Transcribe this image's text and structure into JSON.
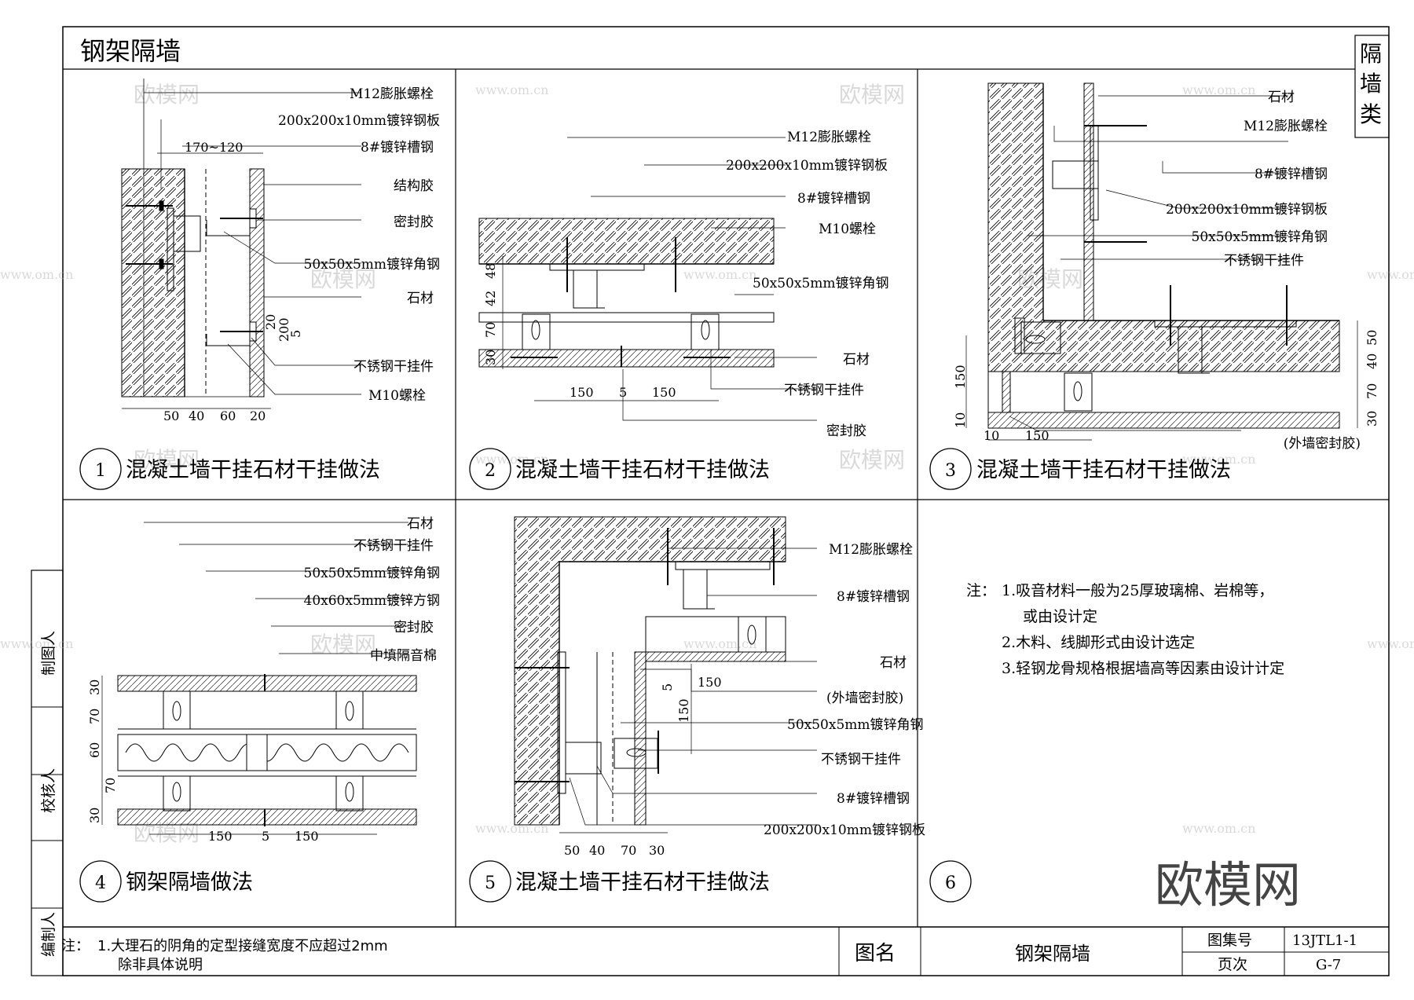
{
  "sheet_title": "钢架隔墙",
  "side_category": [
    "隔",
    "墙",
    "类"
  ],
  "watermark": {
    "logo": "欧模网",
    "url": "www.om.cn",
    "big_logo": "欧模网"
  },
  "panels": [
    {
      "number": "1",
      "title": "混凝土墙干挂石材干挂做法",
      "labels": [
        "M12膨胀螺栓",
        "200x200x10mm镀锌钢板",
        "8#镀锌槽钢",
        "结构胶",
        "密封胶",
        "50x50x5mm镀锌角钢",
        "石材",
        "不锈钢干挂件",
        "M10螺栓"
      ],
      "dims": [
        "170~120",
        "50",
        "40",
        "60",
        "20",
        "20",
        "200",
        "5"
      ]
    },
    {
      "number": "2",
      "title": "混凝土墙干挂石材干挂做法",
      "labels": [
        "M12膨胀螺栓",
        "200x200x10mm镀锌钢板",
        "8#镀锌槽钢",
        "M10螺栓",
        "50x50x5mm镀锌角钢",
        "石材",
        "不锈钢干挂件",
        "密封胶"
      ],
      "dims": [
        "48",
        "42",
        "70",
        "30",
        "150",
        "5",
        "150"
      ]
    },
    {
      "number": "3",
      "title": "混凝土墙干挂石材干挂做法",
      "labels": [
        "石材",
        "M12膨胀螺栓",
        "8#镀锌槽钢",
        "200x200x10mm镀锌钢板",
        "50x50x5mm镀锌角钢",
        "不锈钢干挂件",
        "(外墙密封胶)"
      ],
      "dims": [
        "50",
        "40",
        "70",
        "30",
        "150",
        "10",
        "10",
        "150"
      ]
    },
    {
      "number": "4",
      "title": "钢架隔墙做法",
      "labels": [
        "石材",
        "不锈钢干挂件",
        "50x50x5mm镀锌角钢",
        "40x60x5mm镀锌方钢",
        "密封胶",
        "中填隔音棉"
      ],
      "dims": [
        "30",
        "70",
        "60",
        "70",
        "30",
        "150",
        "5",
        "150"
      ]
    },
    {
      "number": "5",
      "title": "混凝土墙干挂石材干挂做法",
      "labels": [
        "M12膨胀螺栓",
        "8#镀锌槽钢",
        "石材",
        "(外墙密封胶)",
        "50x50x5mm镀锌角钢",
        "不锈钢干挂件",
        "8#镀锌槽钢",
        "200x200x10mm镀锌钢板"
      ],
      "dims": [
        "150",
        "5",
        "150",
        "50",
        "40",
        "70",
        "30"
      ]
    },
    {
      "number": "6",
      "title": "",
      "labels": [],
      "dims": []
    }
  ],
  "panel6_notes": {
    "prefix": "注：",
    "items": [
      "1.吸音材料一般为25厚玻璃棉、岩棉等，",
      "或由设计定",
      "2.木料、线脚形式由设计选定",
      "3.轻钢龙骨规格根据墙高等因素由设计计定"
    ]
  },
  "left_strip": [
    "制图人",
    "校核人",
    "编制人"
  ],
  "footer": {
    "note_prefix": "注：",
    "note_line1": "1.大理石的阴角的定型接缝宽度不应超过2mm",
    "note_line2": "除非具体说明",
    "name_label": "图名",
    "name_value": "钢架隔墙",
    "atlas_label": "图集号",
    "atlas_value": "13JTL1-1",
    "page_label": "页次",
    "page_value": "G-7"
  }
}
